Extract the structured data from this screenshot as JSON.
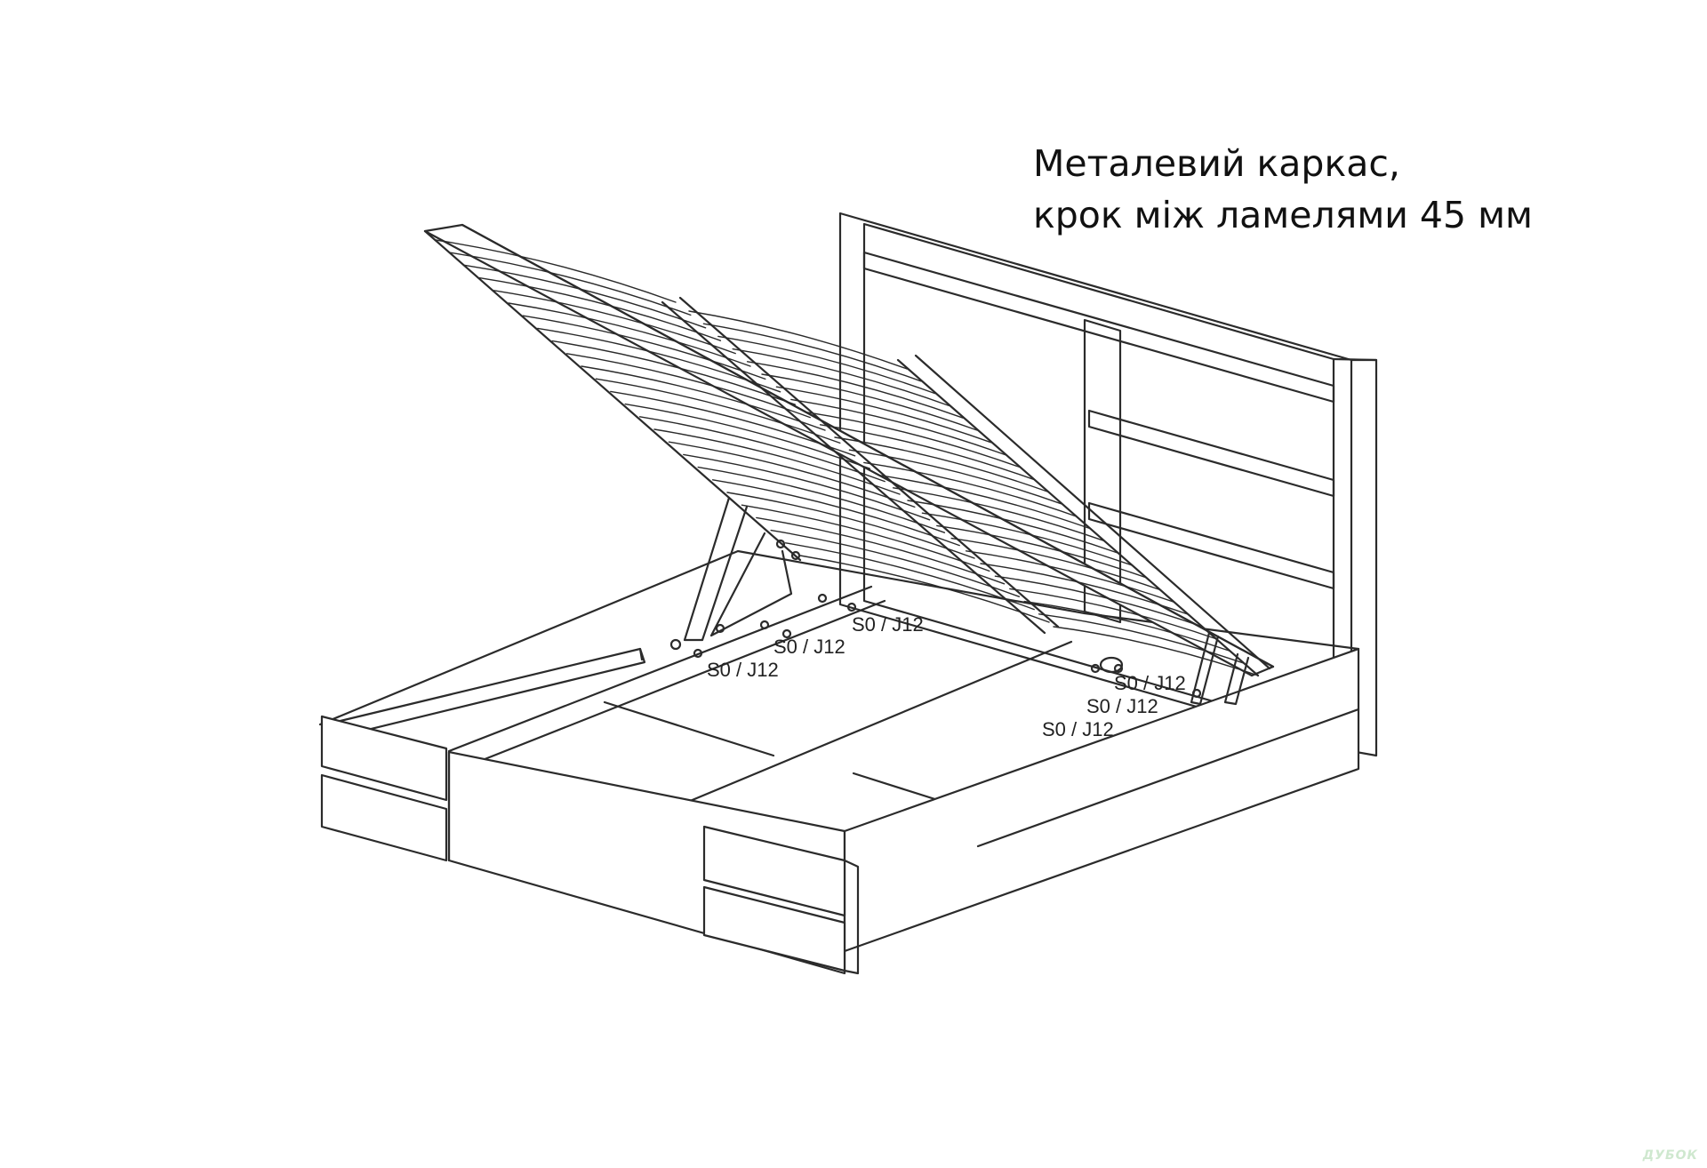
{
  "caption": {
    "line1": "Металевий каркас,",
    "line2": "крок між ламелями 45 мм"
  },
  "labels": {
    "left_top": "S0 / J12",
    "left_mid": "S0 / J12",
    "left_bottom": "S0 / J12",
    "right_top": "S0 / J12",
    "right_mid": "S0 / J12",
    "right_bottom": "S0 / J12"
  },
  "watermark": "ДУБОК",
  "colors": {
    "line": "#2b2b2b",
    "background": "#ffffff"
  }
}
